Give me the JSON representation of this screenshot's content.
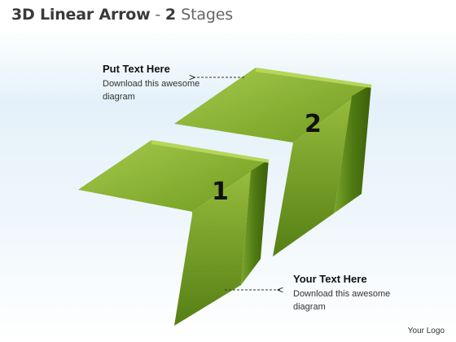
{
  "title": {
    "main": "3D Linear Arrow",
    "separator": " - ",
    "number": "2",
    "suffix": "Stages"
  },
  "callouts": [
    {
      "heading": "Put Text Here",
      "body": "Download this awesome diagram"
    },
    {
      "heading": "Your Text Here",
      "body": "Download this awesome diagram"
    }
  ],
  "stages": [
    {
      "label": "1"
    },
    {
      "label": "2"
    }
  ],
  "colors": {
    "arrow_top": "#8fb83a",
    "arrow_front": "#6b9a1e",
    "arrow_side": "#4d7610",
    "connector": "#333333"
  },
  "logo": "Your Logo"
}
